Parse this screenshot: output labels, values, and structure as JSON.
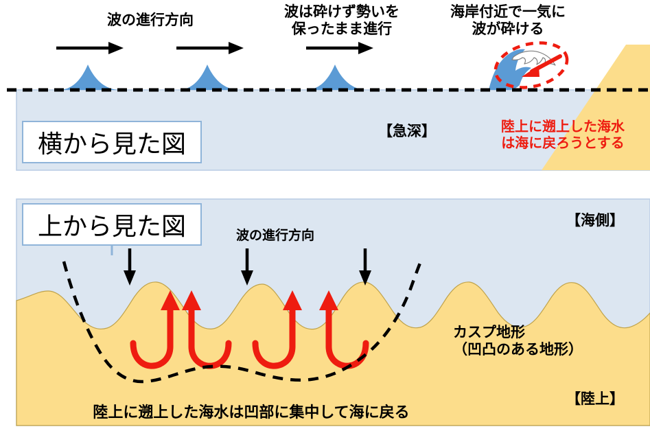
{
  "diagram": {
    "title_side_view": "横から見た図",
    "title_top_view": "上から見た図"
  },
  "side_view": {
    "wave_direction_label": "波の進行方向",
    "no_break_label": "波は砕けず勢いを\n保ったまま進行",
    "break_near_shore_label": "海岸付近で一気に\n波が砕ける",
    "steep_label": "【急深】",
    "return_to_sea_label": "陸上に遡上した海水\nは海に戻ろうとする",
    "arrow_count": 3,
    "wave_count": 4
  },
  "top_view": {
    "sea_side_label": "【海側】",
    "land_side_label": "【陸上】",
    "wave_direction_label": "波の進行方向",
    "cusp_label": "カスプ地形\n（凹凸のある地形）",
    "bottom_caption": "陸上に遡上した海水は凹部に集中して海に戻る",
    "down_arrow_count": 3,
    "red_return_arrow_count": 4
  },
  "colors": {
    "sea": "#dce6f1",
    "sand": "#fcdd8b",
    "wave_blue": "#5b9bd5",
    "accent_red": "#ee1c10",
    "box_border": "#8fb4d9",
    "panel_border": "#b8cce4",
    "outline_dark": "#000000"
  }
}
